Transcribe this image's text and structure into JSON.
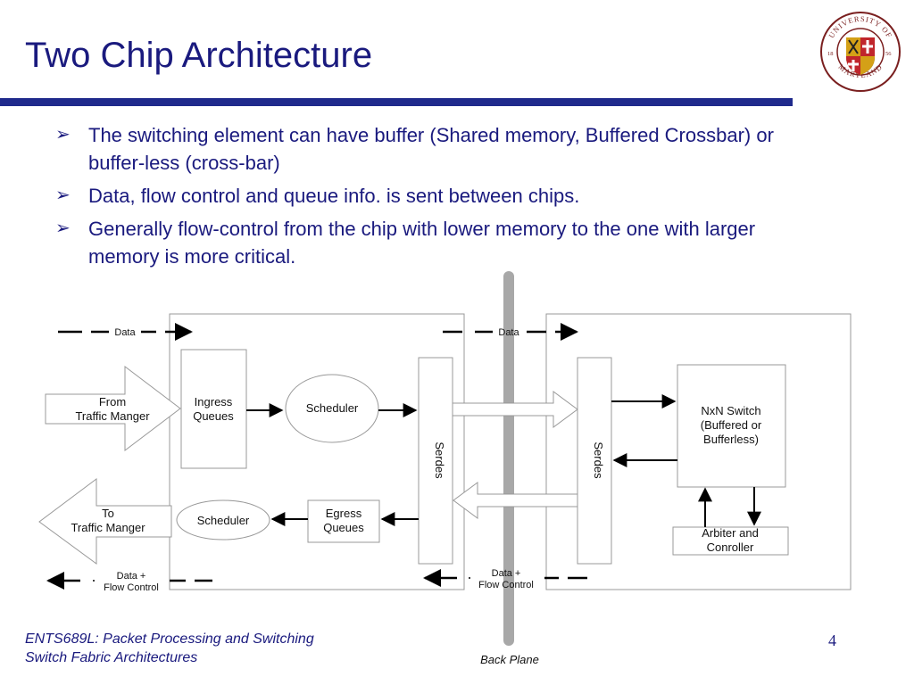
{
  "slide": {
    "title": "Two Chip Architecture",
    "bullet_marker": "➢",
    "bullets": [
      "The switching element can have buffer (Shared memory, Buffered Crossbar) or  buffer-less (cross-bar)",
      "Data, flow control and queue info. is sent between chips.",
      "Generally flow-control from the chip with lower memory to the one with larger memory is more critical."
    ],
    "footer_line1": "ENTS689L: Packet Processing and Switching",
    "footer_line2": "Switch Fabric Architectures",
    "page_number": "4"
  },
  "logo": {
    "text_top": "UNIVERSITY OF",
    "text_bottom": "MARYLAND",
    "year_left": "18",
    "year_right": "56"
  },
  "diagram": {
    "data_label_left": "Data",
    "data_label_mid": "Data",
    "from_line1": "From",
    "from_line2": "Traffic Manger",
    "to_line1": "To",
    "to_line2": "Traffic Manger",
    "ingress_line1": "Ingress",
    "ingress_line2": "Queues",
    "scheduler_top": "Scheduler",
    "scheduler_bottom": "Scheduler",
    "egress_line1": "Egress",
    "egress_line2": "Queues",
    "serdes_left": "Serdes",
    "serdes_right": "Serdes",
    "switch_line1": "NxN Switch",
    "switch_line2": "(Buffered or",
    "switch_line3": "Bufferless)",
    "arbiter_line1": "Arbiter and",
    "arbiter_line2": "Conroller",
    "dfc_left_line1": "Data +",
    "dfc_left_line2": "Flow Control",
    "dfc_mid_line1": "Data +",
    "dfc_mid_line2": "Flow Control",
    "backplane": "Back Plane"
  },
  "colors": {
    "title": "#1a1a7e",
    "rule": "#1f2a8c",
    "backplane": "#a8a8a8"
  }
}
